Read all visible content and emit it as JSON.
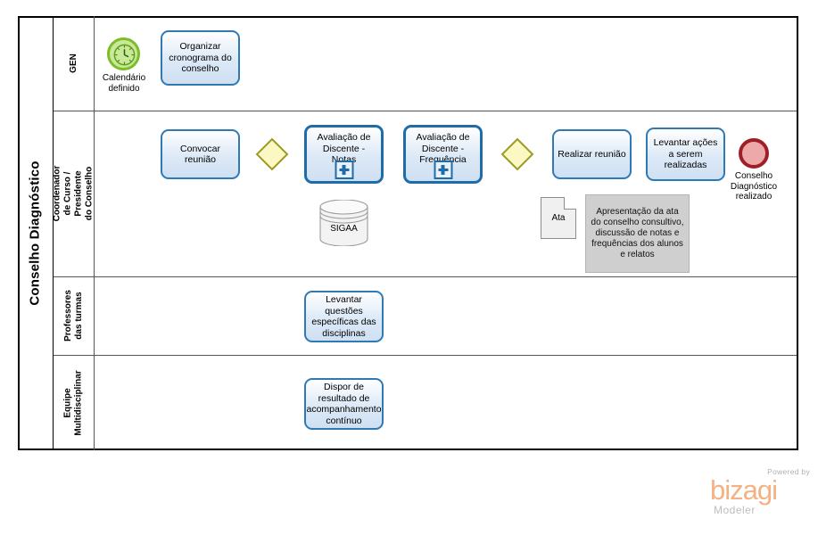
{
  "pool": {
    "title": "Conselho Diagnóstico"
  },
  "lanes": [
    {
      "id": "gen",
      "label": "GEN"
    },
    {
      "id": "coord",
      "label": "Coordenador de Curso /\nPresidente do Conselho"
    },
    {
      "id": "prof",
      "label": "Professores\ndas turmas"
    },
    {
      "id": "equipe",
      "label": "Equipe\nMultidisciplinar"
    }
  ],
  "events": {
    "start": {
      "type": "timer-start-event",
      "label": "Calendário\ndefinido"
    },
    "end": {
      "type": "end-event",
      "label": "Conselho\nDiagnóstico\nrealizado"
    }
  },
  "tasks": [
    {
      "id": "organizar",
      "label": "Organizar cronograma do conselho",
      "type": "task"
    },
    {
      "id": "convocar",
      "label": "Convocar reunião",
      "type": "task"
    },
    {
      "id": "aval-notas",
      "label": "Avaliação de Discente - Notas",
      "type": "subprocess"
    },
    {
      "id": "aval-freq",
      "label": "Avaliação de Discente - Frequência",
      "type": "subprocess"
    },
    {
      "id": "realizar",
      "label": "Realizar reunião",
      "type": "task"
    },
    {
      "id": "levantar-acoes",
      "label": "Levantar ações a serem realizadas",
      "type": "task"
    },
    {
      "id": "levantar-questoes",
      "label": "Levantar questões específicas das disciplinas",
      "type": "task"
    },
    {
      "id": "dispor",
      "label": "Dispor de resultado de acompanhamento contínuo",
      "type": "task"
    }
  ],
  "artifacts": {
    "datastore": {
      "label": "SIGAA"
    },
    "document": {
      "label": "Ata"
    },
    "annotation": {
      "label": "Apresentação da ata do conselho consultivo, discussão de notas e frequências dos alunos e relatos"
    }
  },
  "gateways": [
    {
      "id": "gw-split",
      "type": "exclusive-gateway"
    },
    {
      "id": "gw-join",
      "type": "exclusive-gateway"
    }
  ],
  "logo": {
    "powered": "Powered by",
    "brand": "bizagi",
    "product": "Modeler"
  },
  "colors": {
    "task_border": "#2f7ab5",
    "task_fill": "#dce9f7",
    "gateway_fill": "#fbf8c4",
    "gateway_border": "#9b9b25",
    "start_border": "#7cbd2a",
    "start_fill": "#c9e89a",
    "end_border": "#9e1f28",
    "end_fill": "#eda9a9",
    "note_fill": "#cfcfcf",
    "brand": "#f4b183"
  }
}
